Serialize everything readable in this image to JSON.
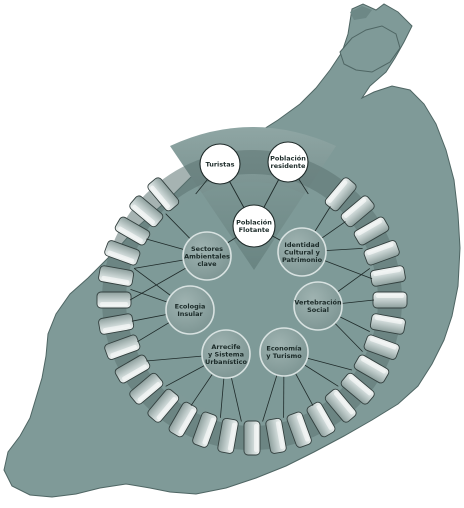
{
  "colors": {
    "island": "#7f9a98",
    "island_dark": "#6d8886",
    "island_outline": "#4f6664",
    "ring_dark": "#5d7573",
    "sector_top": "#8fa6a4",
    "sector_bottom": "#5f7977",
    "node_fill": "#7d9593",
    "node_stroke": "#d8e2e1",
    "line": "#1e2a29",
    "tube_light": "#f2f5f4",
    "tube_mid": "#c9d4d3",
    "tube_dark": "#8d9f9d",
    "tube_stroke": "#33403f"
  },
  "nodes": [
    {
      "id": "turistas",
      "lines": [
        "Turistas"
      ],
      "style": "white"
    },
    {
      "id": "poblacion-residente",
      "lines": [
        "Población",
        "residente"
      ],
      "style": "white"
    },
    {
      "id": "poblacion-flotante",
      "lines": [
        "Población",
        "Flotante"
      ],
      "style": "white"
    },
    {
      "id": "sectores-ambientales-clave",
      "lines": [
        "Sectores",
        "Ambientales",
        "clave"
      ],
      "style": "gray"
    },
    {
      "id": "identidad-cultural-y-patrimonio",
      "lines": [
        "Identidad",
        "Cultural y",
        "Patrimonio"
      ],
      "style": "gray"
    },
    {
      "id": "ecologia-insular",
      "lines": [
        "Ecologia",
        "Insular"
      ],
      "style": "gray"
    },
    {
      "id": "vertebracion-social",
      "lines": [
        "Vertebración",
        "Social"
      ],
      "style": "gray"
    },
    {
      "id": "arrecife-y-sistema-urbanistico",
      "lines": [
        "Arrecife",
        "y Sistema",
        "Urbanístico"
      ],
      "style": "gray"
    },
    {
      "id": "economia-y-turismo",
      "lines": [
        "Economía",
        "y Turismo"
      ],
      "style": "gray"
    }
  ],
  "edges": [
    [
      "turistas",
      "poblacion-flotante"
    ],
    [
      "poblacion-residente",
      "poblacion-flotante"
    ],
    [
      "poblacion-flotante",
      "sectores-ambientales-clave"
    ],
    [
      "poblacion-flotante",
      "identidad-cultural-y-patrimonio"
    ]
  ]
}
